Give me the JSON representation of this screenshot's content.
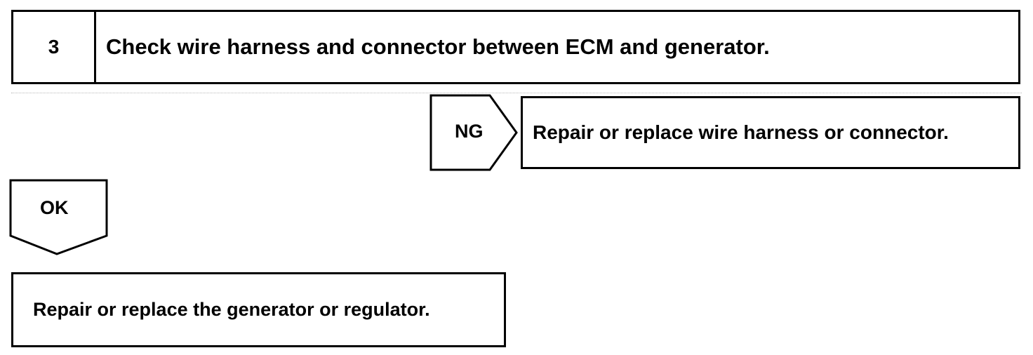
{
  "step": {
    "number": "3",
    "title": "Check wire harness and connector between ECM and generator."
  },
  "ng_branch": {
    "label": "NG",
    "action": "Repair or replace wire harness or connector."
  },
  "ok_branch": {
    "label": "OK",
    "action": "Repair or replace the generator or regulator."
  }
}
